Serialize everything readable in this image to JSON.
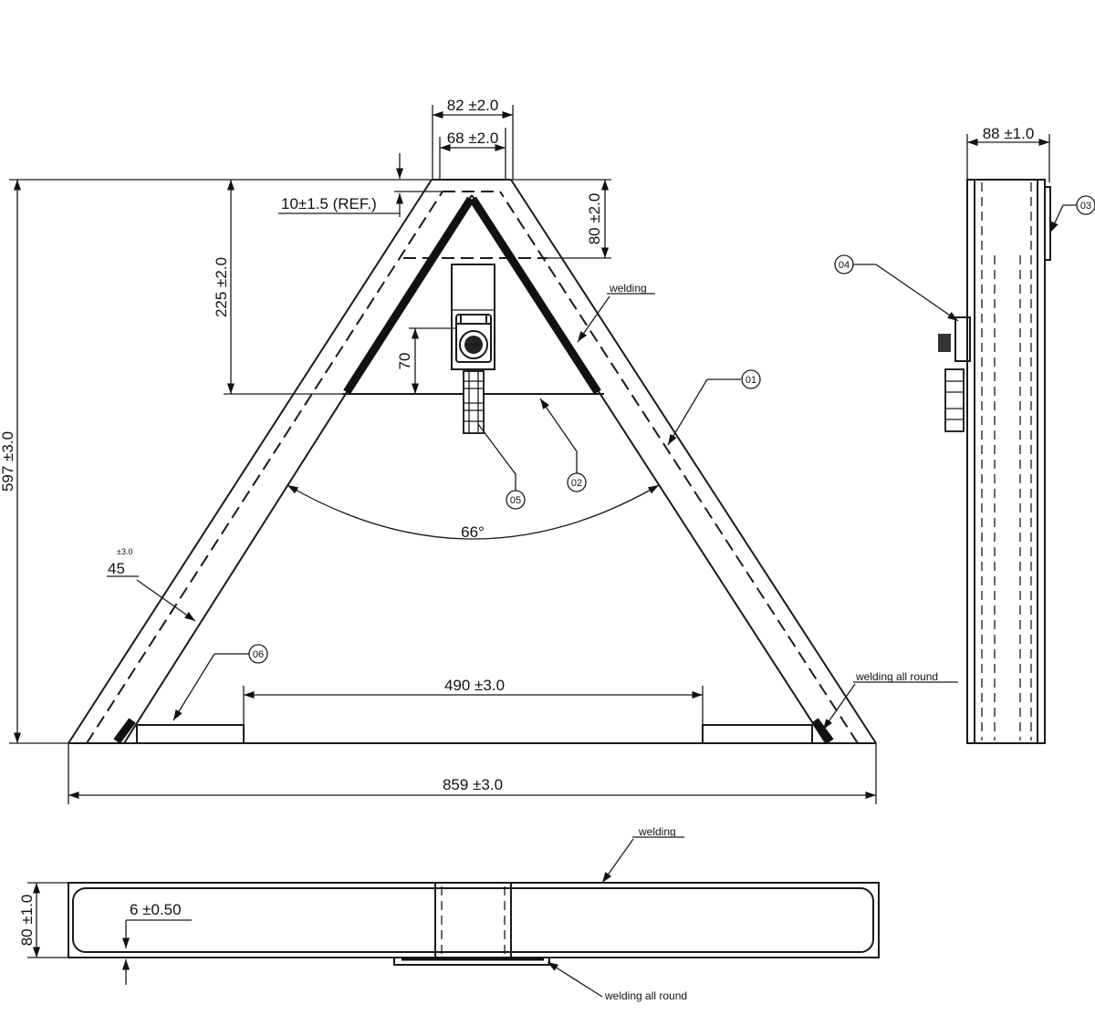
{
  "dimensions": {
    "top_outer_width": "82 ±2.0",
    "top_inner_width": "68 ±2.0",
    "apex_offset": "10±1.5 (REF.)",
    "gusset_depth": "80 ±2.0",
    "bracket_height": "225 ±2.0",
    "mount_height": "70",
    "overall_height": "597 ±3.0",
    "apex_angle": "66°",
    "leg_cut_angle": "45",
    "leg_cut_tolerance": "±3.0",
    "foot_spacing": "490 ±3.0",
    "overall_width": "859 ±3.0",
    "side_depth": "88 ±1.0",
    "bottom_height": "80 ±1.0",
    "wall_thickness": "6 ±0.50"
  },
  "notes": {
    "welding_gusset": "welding",
    "welding_foot": "welding all round",
    "welding_bottom_top": "welding",
    "welding_bottom_plate": "welding all round"
  },
  "balloons": {
    "p01": "01",
    "p02": "02",
    "p03": "03",
    "p04": "04",
    "p05": "05",
    "p06": "06"
  }
}
